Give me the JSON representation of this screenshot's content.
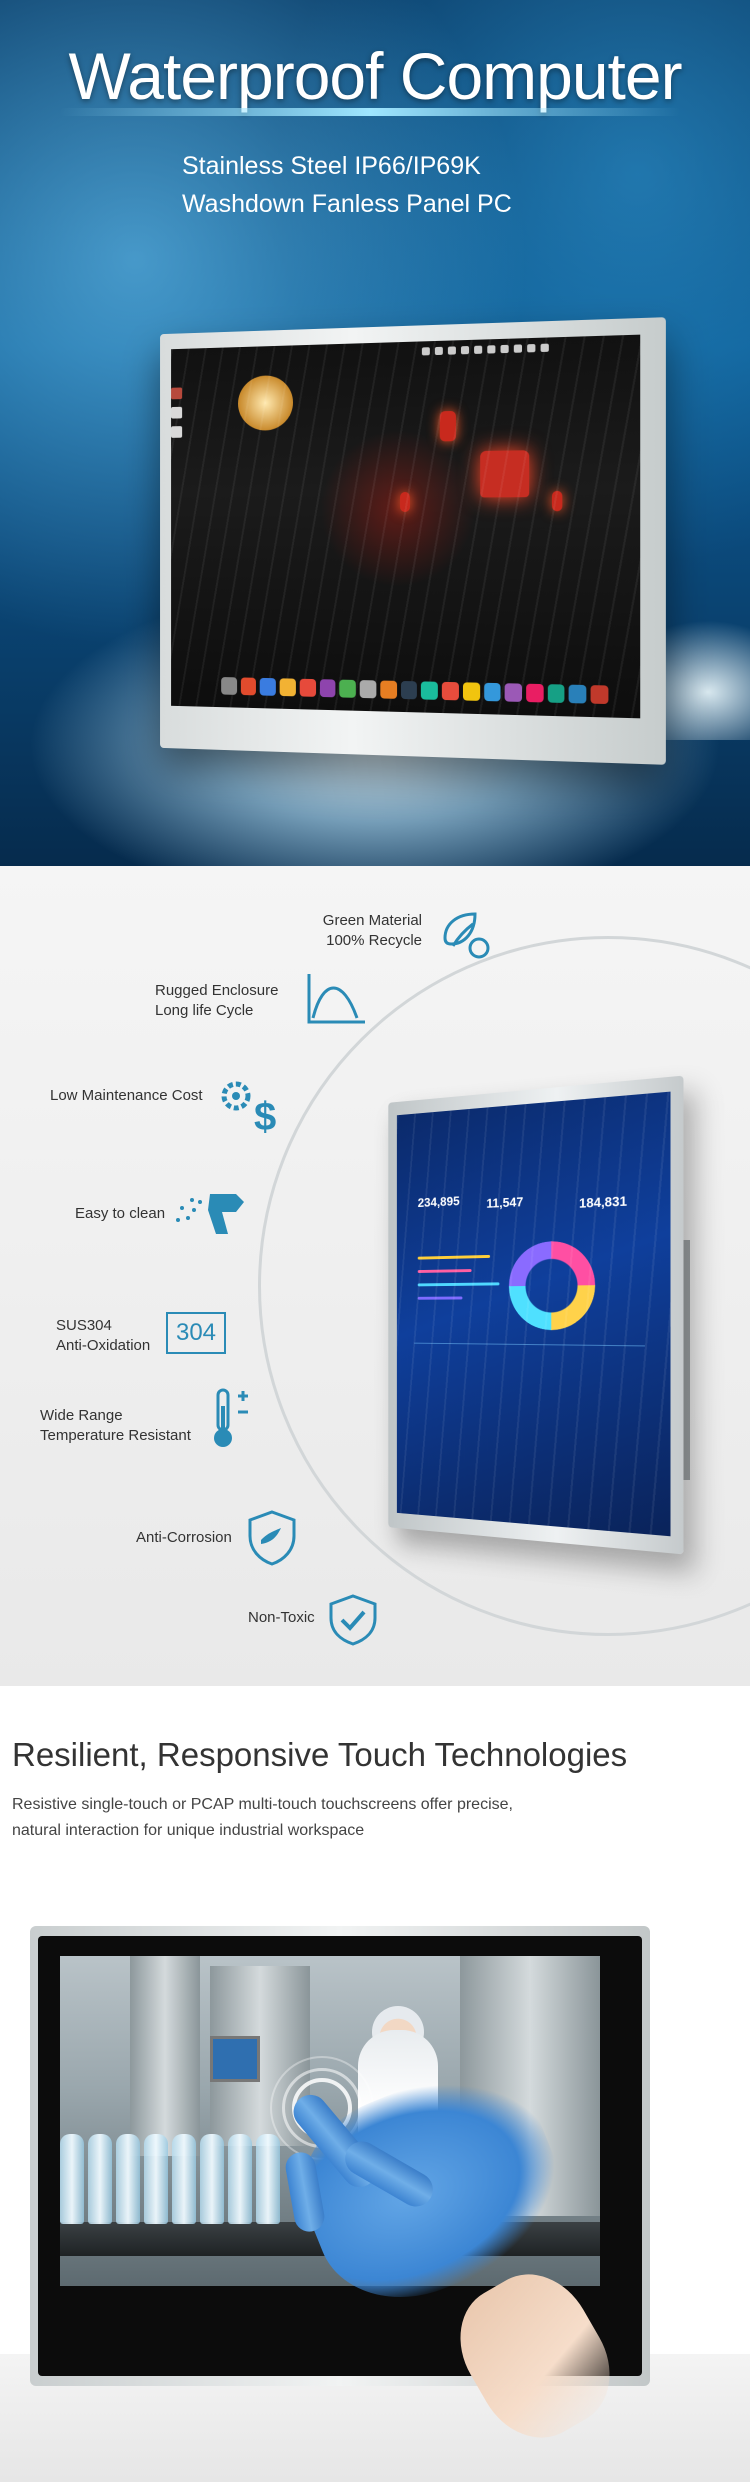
{
  "hero": {
    "title": "Waterproof Computer",
    "subtitle_line1": "Stainless Steel IP66/IP69K",
    "subtitle_line2": "Washdown Fanless Panel PC"
  },
  "features": {
    "items": [
      {
        "line1": "Green Material",
        "line2": "100% Recycle",
        "icon": "leaf-recycle-icon"
      },
      {
        "line1": "Rugged Enclosure",
        "line2": "Long life Cycle",
        "icon": "life-cycle-curve-icon"
      },
      {
        "line1": "Low Maintenance Cost",
        "line2": "",
        "icon": "gear-dollar-icon"
      },
      {
        "line1": "Easy to clean",
        "line2": "",
        "icon": "spray-bottle-icon"
      },
      {
        "line1": "SUS304",
        "line2": "Anti-Oxidation",
        "icon": "sus304-badge-icon",
        "badge": "304"
      },
      {
        "line1": "Wide Range",
        "line2": "Temperature Resistant",
        "icon": "thermometer-icon"
      },
      {
        "line1": "Anti-Corrosion",
        "line2": "",
        "icon": "shield-corrosion-icon"
      },
      {
        "line1": "Non-Toxic",
        "line2": "",
        "icon": "shield-check-icon"
      }
    ],
    "screen_numbers": [
      "234,895",
      "11,547",
      "184,831"
    ]
  },
  "touch": {
    "title": "Resilient, Responsive Touch Technologies",
    "desc_line1": "Resistive single-touch or PCAP multi-touch touchscreens offer precise,",
    "desc_line2": "natural interaction for unique industrial workspace"
  },
  "colors": {
    "icon_accent": "#2a8bb6",
    "hero_blue": "#0b5a92"
  }
}
